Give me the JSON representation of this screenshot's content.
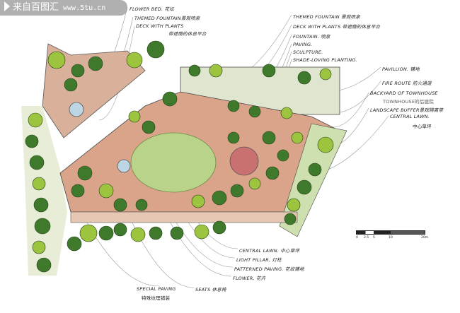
{
  "watermark": {
    "brand": "来自百图汇",
    "url": "www.5tu.cn"
  },
  "labels_top_left": [
    "FLOWER BED. 花坛",
    "THEMED FOUNTAIN景观喷泉",
    "DECK WITH PLANTS",
    "带遮荫的休息平台"
  ],
  "labels_top_right": [
    "THEMED FOUNTAIN 景观喷泉",
    "DECK WITH PLANTS 带遮荫的休息平台",
    "FOUNTAIN. 喷泉",
    "PAVING.",
    "SCULPTURE.",
    "SHADE-LOVING PLANTING."
  ],
  "labels_right": [
    "PAVILLION. 铺地",
    "FIRE ROUTE 防火通道",
    "BACKYARD OF TOWNHOUSE",
    "TOWNHOUSE的后庭院",
    "LANDSCAPE BUFFER景观隔离带",
    "CENTRAL LAWN.",
    "中心草坪"
  ],
  "labels_bottom": [
    "CENTRAL LAWN. 中心草坪",
    "LIGHT PILLAR, 灯柱",
    "PATTERNED PAVING. 花纹铺地",
    "FLOWER, 花卉",
    "SEATS 休息椅",
    "SPECIAL PAVING",
    "特殊纹理铺装"
  ],
  "scale_bar": {
    "ticks": [
      "0",
      "2.5",
      "5",
      "10",
      "20m"
    ]
  },
  "colors": {
    "lawn": "#b9d48a",
    "paving": "#d9a48a",
    "tree": "#3f7a2c",
    "tree_light": "#9cc43f"
  }
}
